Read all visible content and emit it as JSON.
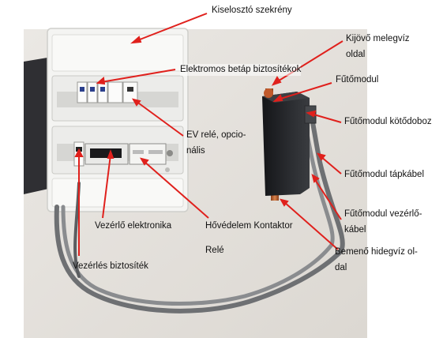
{
  "labels": {
    "kiseloszto": "Kiselosztó szekrény",
    "kijovo_1": "Kijövő melegvíz",
    "kijovo_2": "oldal",
    "futomodul": "Fűtőmodul",
    "betap": "Elektromos betáp biztosítékok",
    "kotodoboz": "Fűtőmodul kötődoboz",
    "ev_rele_1": "EV relé, opcio-",
    "ev_rele_2": "nális",
    "tapkabel": "Fűtőmodul tápkábel",
    "vezerlo_kabel_1": "Fűtőmodul vezérlő-",
    "vezerlo_kabel_2": "kábel",
    "vezerlo_elektronika": "Vezérlő elektronika",
    "hovedelem_1": "Hővédelem Kontaktor",
    "hovedelem_2": "Relé",
    "bemeno_1": "Bemenő hidegvíz ol-",
    "bemeno_2": "dal",
    "vezerles_biztositek": "Vezérlés biztosíték"
  },
  "colors": {
    "arrow": "#e0201c",
    "wall": "#e6e3df",
    "cabinet": "#f3f3f1",
    "module": "#1e1f23",
    "cable": "#77797c",
    "pipe": "#c46a35"
  }
}
